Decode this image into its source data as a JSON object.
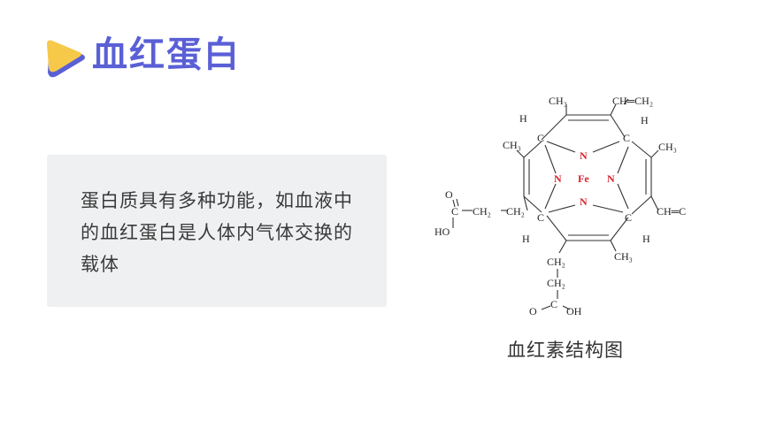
{
  "slide": {
    "title": "血红蛋白",
    "body": "蛋白质具有多种功能，如血液中的血红蛋白是人体内气体交换的载体",
    "caption": "血红素结构图"
  },
  "structure_labels": {
    "ch3_top": "CH₃",
    "vinyl_top": "CH═CH₂",
    "h_top_left": "H",
    "c_top_left": "C",
    "h_top_right": "H",
    "c_top_right": "C",
    "ch3_left": "CH₃",
    "ch3_right": "CH₃",
    "n_top": "N",
    "n_left": "N",
    "fe": "Fe",
    "n_right": "N",
    "n_bottom": "N",
    "carbonyl_o_left": "O",
    "c_acid_left": "C",
    "ch2_left_a": "CH₂",
    "ch2_left_b": "CH₂",
    "ho_left": "HO",
    "c_bottom_left": "C",
    "h_bottom_left": "H",
    "c_bottom_right": "C",
    "h_bottom_right": "H",
    "vinyl_right": "CH═C",
    "ch3_bottom": "CH₃",
    "ch2_bottom_a": "CH₂",
    "ch2_bottom_b": "CH₂",
    "carbonyl_o_bottom": "O",
    "c_acid_bottom": "C",
    "oh_bottom": "OH"
  },
  "colors": {
    "title": "#5a5fd6",
    "logo_yellow": "#f7c94a",
    "logo_blue": "#5a5fd6",
    "panel": "#eef0f1",
    "nitrogen": "#d9232e"
  }
}
